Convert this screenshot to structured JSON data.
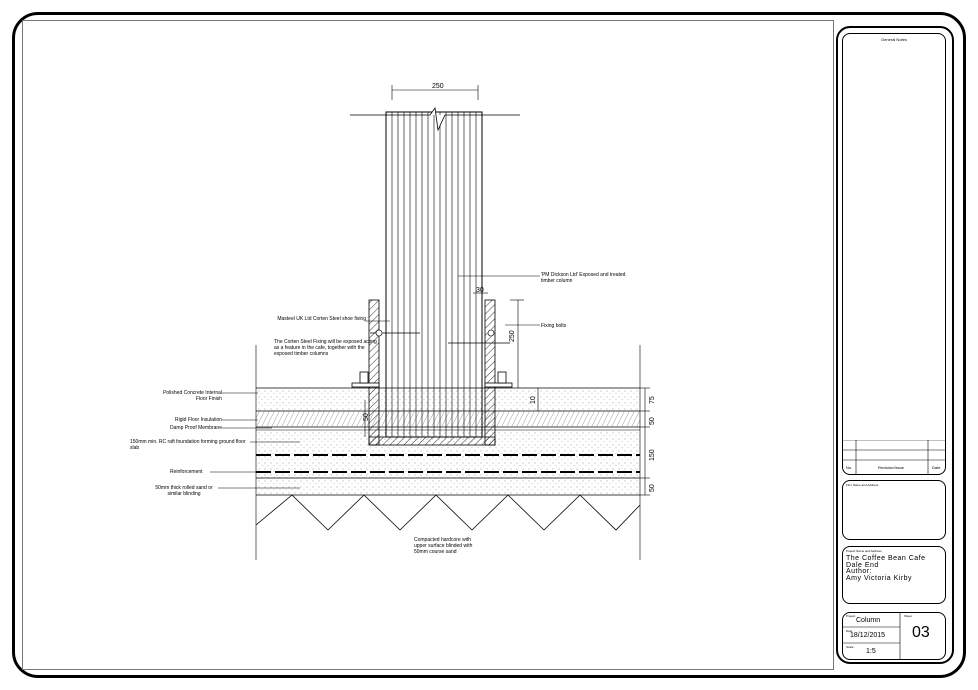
{
  "drawing": {
    "dimensions": {
      "column_width": "250",
      "plate_offset": "30",
      "shoe_height": "250",
      "base_gap": "10",
      "slab_depth_side": "50",
      "inner_depth": "50",
      "finish": "75",
      "slab": "50",
      "foundation": "150",
      "blinding": "50"
    },
    "labels": {
      "timber_column": "'PM Dickson Ltd' Exposed and treated timber column",
      "steel_shoe": "Masteel UK Ltd Corten Steel shoe fixing",
      "fixing_bolts": "Fixing bolts",
      "corten_note": "The Corten Steel Fixing will be exposed acting as a feature in the cafe, together with the exposed timber columns",
      "polished_concrete": "Polished Concrete Internal Floor Finish",
      "rigid_insulation": "Rigid Floor Insulation",
      "dpm": "Damp Proof Membrane",
      "raft": "150mm min. RC raft foundation forming ground floor slab",
      "reinforcement": "Reinforcement",
      "sand": "50mm thick rolled sand or similar blinding",
      "hardcore": "Compacted hardcore with upper surface blinded with 50mm course sand"
    }
  },
  "title_block": {
    "general_notes": "General Notes",
    "rev_no": "No.",
    "rev_issue": "Revision/Issue",
    "rev_date": "Date",
    "firm_label": "Firm Name and Address",
    "project_label": "Project Name and Address",
    "project_lines": [
      "The Coffee Bean Cafe",
      "Dale End",
      "Author:",
      "Amy Victoria Kirby"
    ],
    "project_field": "Project",
    "project_value": "Column",
    "sheet_field": "Sheet",
    "sheet_value": "03",
    "date_field": "Date",
    "date_value": "18/12/2015",
    "scale_field": "Scale",
    "scale_value": "1:5"
  }
}
